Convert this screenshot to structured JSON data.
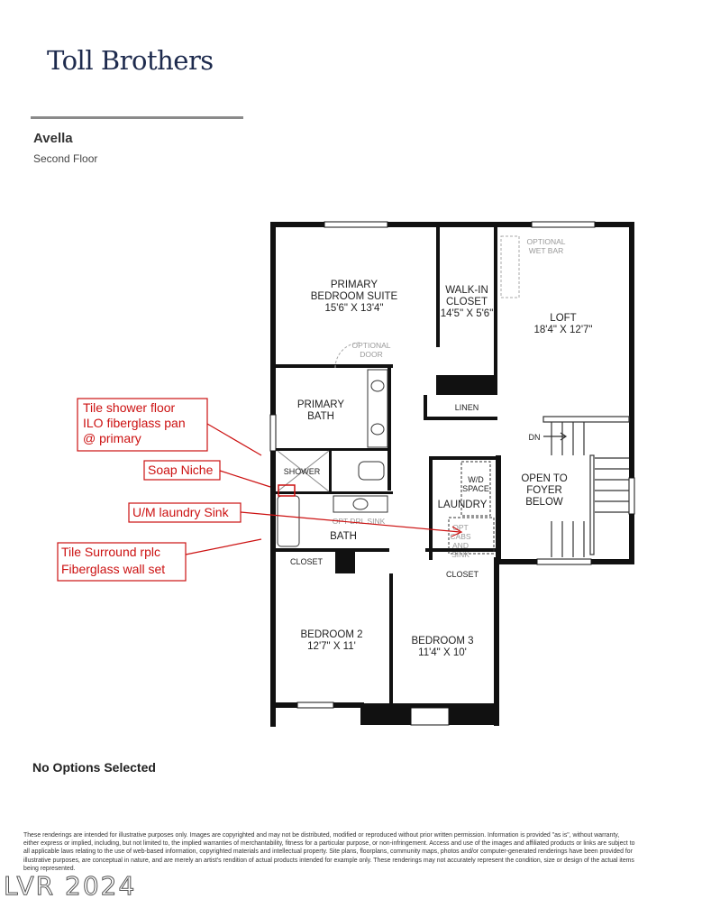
{
  "header": {
    "brand": "Toll Brothers",
    "plan_name": "Avella",
    "floor_name": "Second Floor"
  },
  "rooms": {
    "primary_suite": {
      "line1": "PRIMARY",
      "line2": "BEDROOM SUITE",
      "dims": "15'6\" X 13'4\""
    },
    "walkin": {
      "line1": "WALK-IN",
      "line2": "CLOSET",
      "dims": "14'5\" X 5'6\""
    },
    "loft": {
      "name": "LOFT",
      "dims": "18'4\" X 12'7\""
    },
    "optional_wet_bar": {
      "line1": "OPTIONAL",
      "line2": "WET BAR"
    },
    "optional_door": {
      "line1": "OPTIONAL",
      "line2": "DOOR"
    },
    "primary_bath": {
      "line1": "PRIMARY",
      "line2": "BATH"
    },
    "linen": "LINEN",
    "dn": "DN",
    "shower": "SHOWER",
    "wd": {
      "line1": "W/D",
      "line2": "SPACE"
    },
    "laundry": "LAUNDRY",
    "opt_sink": {
      "line1": "OPT",
      "line2": "CABS",
      "line3": "AND",
      "line4": "SINK"
    },
    "opt_drl_sink": "OPT DRL SINK",
    "foyer": {
      "line1": "OPEN TO",
      "line2": "FOYER",
      "line3": "BELOW"
    },
    "bath": "BATH",
    "closet_left": "CLOSET",
    "closet_right": "CLOSET",
    "bedroom2": {
      "name": "BEDROOM 2",
      "dims": "12'7\" X 11'"
    },
    "bedroom3": {
      "name": "BEDROOM 3",
      "dims": "11'4\" X 10'"
    }
  },
  "annotations": {
    "note1": {
      "line1": "Tile shower floor",
      "line2": "ILO fiberglass pan",
      "line3": "@ primary"
    },
    "note2": "Soap Niche",
    "note3": "U/M laundry Sink",
    "note4": {
      "line1": "Tile Surround rplc",
      "line2": "Fiberglass wall set"
    }
  },
  "footer": {
    "no_options": "No Options Selected",
    "disclaimer": "These renderings are intended for illustrative purposes only. Images are copyrighted and may not be distributed, modified or reproduced without prior written permission. Information is provided \"as is\", without warranty, either express or implied, including, but not limited to, the implied warranties of merchantability, fitness for a particular purpose, or non-infringement. Access and use of the images and affiliated products or links are subject to all applicable laws relating to the use of web-based information, copyrighted materials and intellectual property. Site plans, floorplans, community maps, photos and/or computer-generated renderings have been provided for illustrative purposes, are conceptual in nature, and are merely an artist's rendition of actual products intended for example only. These renderings may not accurately represent the condition, size or design of the actual items being represented.",
    "watermark": "LVR 2024"
  },
  "colors": {
    "wall": "#111111",
    "annotation": "#cc1111",
    "brand": "#1d2a4d"
  }
}
